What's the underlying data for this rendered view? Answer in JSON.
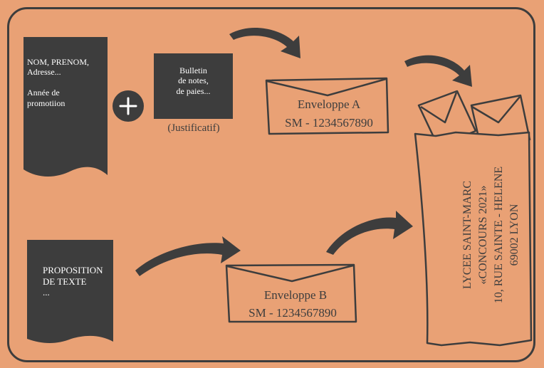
{
  "doc1": {
    "lines": "NOM, PRENOM,\nAdresse...\n\nAnnée de\npromotiion"
  },
  "bulletin": {
    "lines": "Bulletin\nde notes,\nde paies..."
  },
  "justificatif": "(Justificatif)",
  "plus_symbol": "+",
  "doc2": {
    "lines": "PROPOSITION\nDE TEXTE\n..."
  },
  "envelope_a": {
    "name": "Enveloppe A",
    "code": "SM - 1234567890"
  },
  "envelope_b": {
    "name": "Enveloppe B",
    "code": "SM - 1234567890"
  },
  "big_envelope": {
    "line1": "LYCEE SAINT-MARC",
    "line2": "«CONCOURS 2021»",
    "line3": "10, RUE SAINTE - HELENE",
    "line4": "69002 LYON"
  },
  "colors": {
    "background": "#e9a175",
    "dark": "#3d3d3d",
    "light_text": "#ffffff"
  }
}
